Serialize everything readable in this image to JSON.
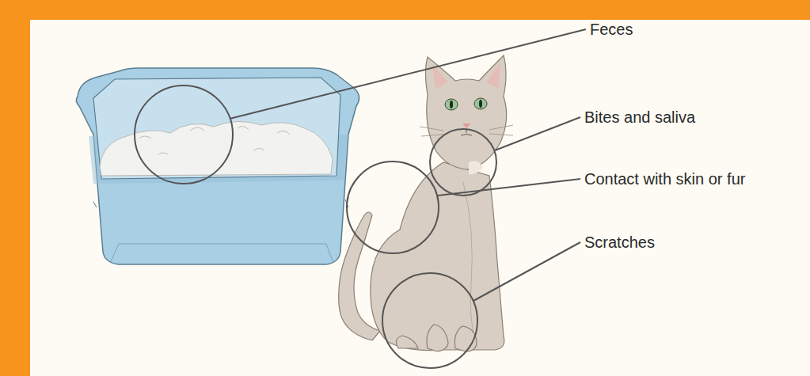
{
  "diagram": {
    "labels": [
      "Feces",
      "Bites and saliva",
      "Contact with skin or fur",
      "Scratches"
    ]
  }
}
